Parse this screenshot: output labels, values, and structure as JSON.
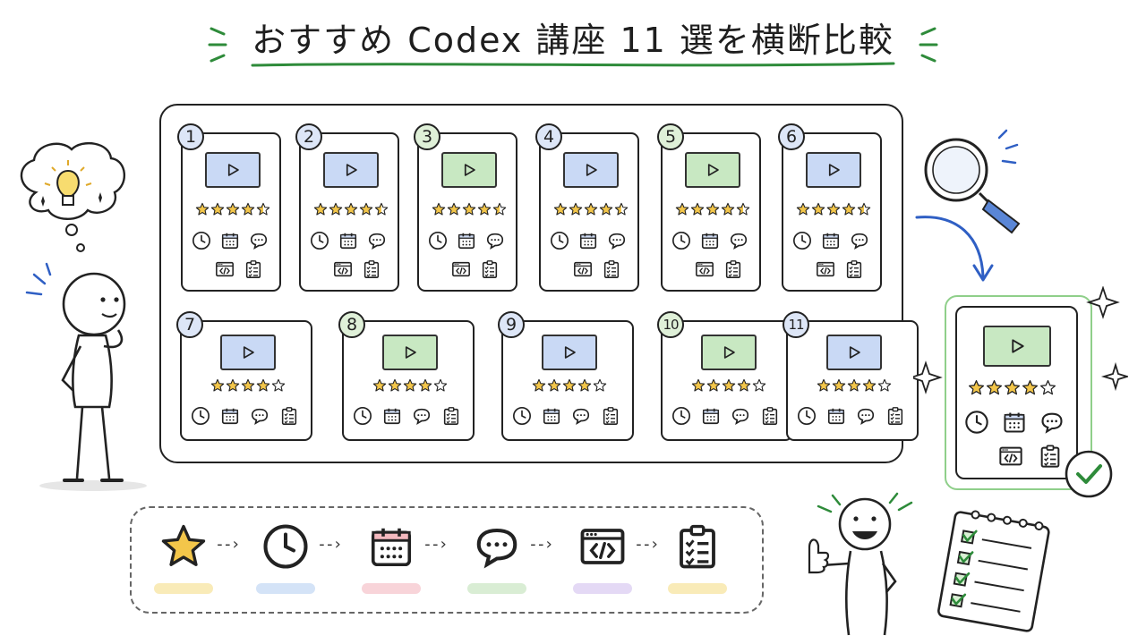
{
  "title": "おすすめ Codex 講座 11 選を横断比較",
  "courses": [
    {
      "number": "1",
      "rating": 4.5,
      "color": "blue"
    },
    {
      "number": "2",
      "rating": 4.5,
      "color": "blue"
    },
    {
      "number": "3",
      "rating": 4.5,
      "color": "green"
    },
    {
      "number": "4",
      "rating": 4.5,
      "color": "blue"
    },
    {
      "number": "5",
      "rating": 4.5,
      "color": "green"
    },
    {
      "number": "6",
      "rating": 4.5,
      "color": "blue"
    },
    {
      "number": "7",
      "rating": 4.0,
      "color": "blue"
    },
    {
      "number": "8",
      "rating": 4.0,
      "color": "green"
    },
    {
      "number": "9",
      "rating": 4.0,
      "color": "blue"
    },
    {
      "number": "10",
      "rating": 4.0,
      "color": "green"
    },
    {
      "number": "11",
      "rating": 4.0,
      "color": "blue"
    }
  ],
  "selected_course": {
    "rating": 4.0,
    "color": "green"
  },
  "process_steps": [
    {
      "icon": "star-icon",
      "highlight": "#f7e6a6"
    },
    {
      "icon": "clock-icon",
      "highlight": "#c9dcf5"
    },
    {
      "icon": "calendar-icon",
      "highlight": "#f6c9cf"
    },
    {
      "icon": "chat-icon",
      "highlight": "#cfe9c9"
    },
    {
      "icon": "code-icon",
      "highlight": "#ddd0f2"
    },
    {
      "icon": "checklist-icon",
      "highlight": "#f7e6a6"
    }
  ],
  "colors": {
    "accent_green": "#2e8b3a",
    "accent_blue": "#2f5fc4",
    "video_blue": "#c9d9f5",
    "video_green": "#c8e8c2",
    "star_yellow": "#f3c64a"
  }
}
